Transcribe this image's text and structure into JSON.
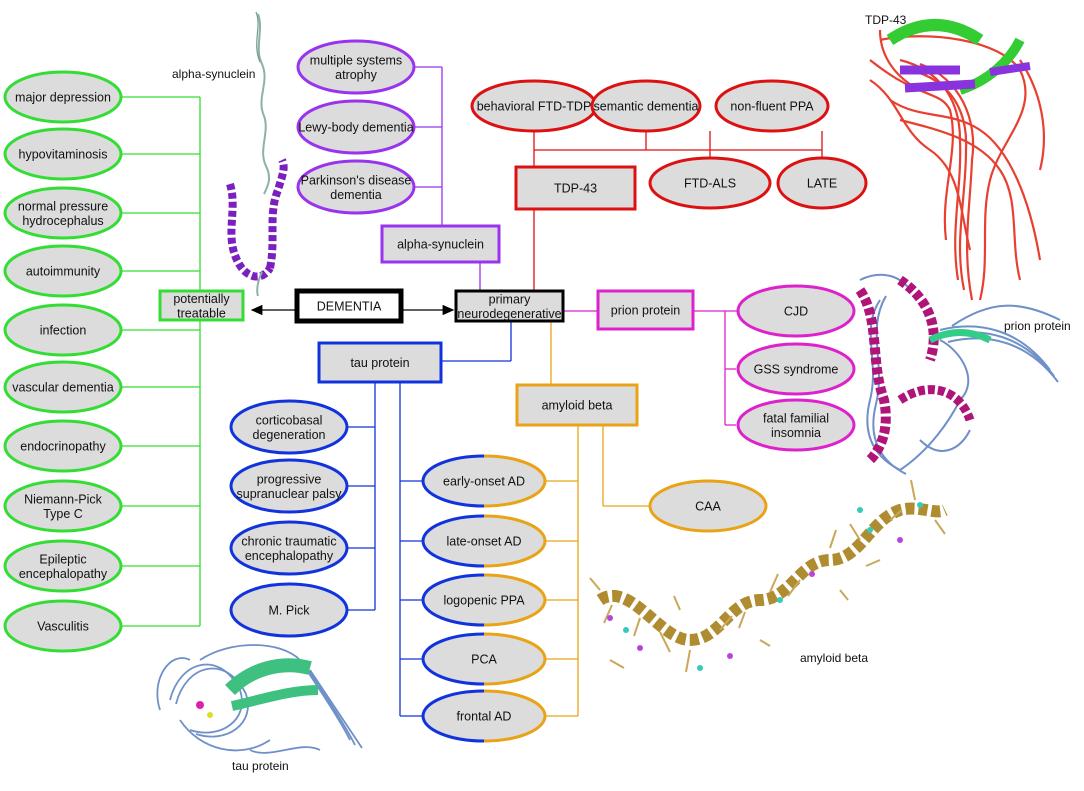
{
  "colors": {
    "green": "#33dd33",
    "purple": "#9933ee",
    "red": "#dd1111",
    "magenta": "#dd22cc",
    "blue": "#1133dd",
    "orange": "#e8a317",
    "black": "#000000",
    "fill": "#dcdcdc"
  },
  "center": {
    "dementia": "DEMENTIA",
    "treatable": "potentially\ntreatable",
    "primary": "primary\nneurodegenerative"
  },
  "protein_boxes": {
    "alpha_synuclein": "alpha-synuclein",
    "tdp43": "TDP-43",
    "prion": "prion protein",
    "tau": "tau protein",
    "amyloid": "amyloid beta"
  },
  "treatable_items": [
    "major depression",
    "hypovitaminosis",
    "normal pressure\nhydrocephalus",
    "autoimmunity",
    "infection",
    "vascular dementia",
    "endocrinopathy",
    "Niemann-Pick\nType C",
    "Epileptic\nencephalopathy",
    "Vasculitis"
  ],
  "synuclein_items": [
    "multiple systems\natrophy",
    "Lewy-body dementia",
    "Parkinson's disease\ndementia"
  ],
  "tdp_items": [
    "behavioral FTD-TDP",
    "semantic dementia",
    "non-fluent PPA",
    "FTD-ALS",
    "LATE"
  ],
  "prion_items": [
    "CJD",
    "GSS syndrome",
    "fatal familial\ninsomnia"
  ],
  "tau_items": [
    "corticobasal\ndegeneration",
    "progressive\nsupranuclear palsy",
    "chronic traumatic\nencephalopathy",
    "M. Pick"
  ],
  "mixed_items": [
    "early-onset AD",
    "late-onset AD",
    "logopenic PPA",
    "PCA",
    "frontal AD"
  ],
  "amyloid_items": [
    "CAA"
  ],
  "structure_labels": {
    "alpha_synuclein": "alpha-synuclein",
    "tdp43": "TDP-43",
    "prion": "prion protein",
    "tau": "tau protein",
    "amyloid": "amyloid beta"
  }
}
